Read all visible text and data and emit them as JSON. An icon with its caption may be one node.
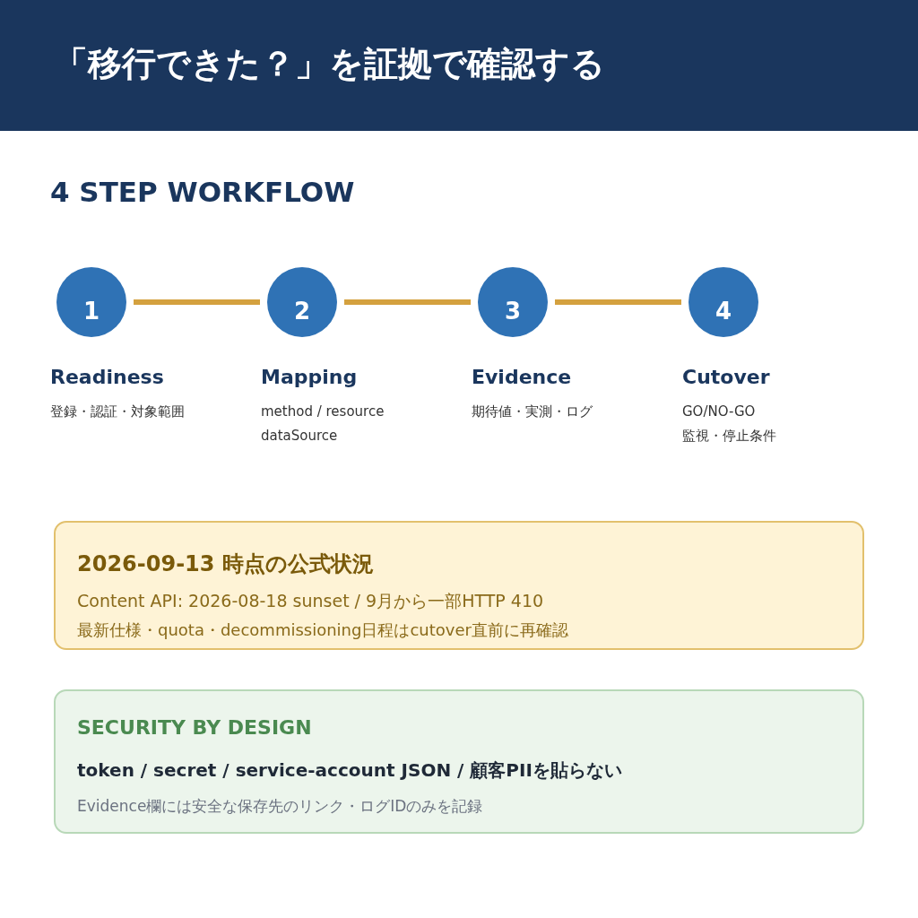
{
  "diagram": {
    "title": "「移行できた？」を証拠で確認する",
    "nodes": [
      {
        "text": [
          "1"
        ],
        "beside": [
          "Readiness",
          "登録・認証・対象範囲"
        ]
      },
      {
        "text": [
          "2"
        ],
        "beside": [
          "Mapping",
          "method / resource",
          "dataSource"
        ]
      },
      {
        "text": [
          "3"
        ],
        "beside": [
          "Evidence",
          "期待値・実測・ログ"
        ]
      },
      {
        "text": [
          "4"
        ],
        "beside": [
          "Cutover",
          "GO/NO-GO",
          "監視・停止条件"
        ]
      },
      {
        "text": [
          "2026-09-13 時点の公式状況",
          "Content API: 2026-08-18 sunset / 9月から一部HTTP 410",
          "最新仕様・quota・decommissioning日程はcutover直前に再確認"
        ]
      },
      {
        "text": [
          "SECURITY BY DESIGN",
          "token / secret / service-account JSON / 顧客PIIを貼らない",
          "Evidence欄には安全な保存先のリンク・ログIDのみを記録"
        ]
      }
    ],
    "edges": [
      {
        "from": 0,
        "to": 1,
        "arrow": "none"
      },
      {
        "from": 1,
        "to": 2,
        "arrow": "none"
      },
      {
        "from": 2,
        "to": 3,
        "arrow": "none"
      }
    ],
    "labels": [
      "4 STEP WORKFLOW"
    ]
  }
}
